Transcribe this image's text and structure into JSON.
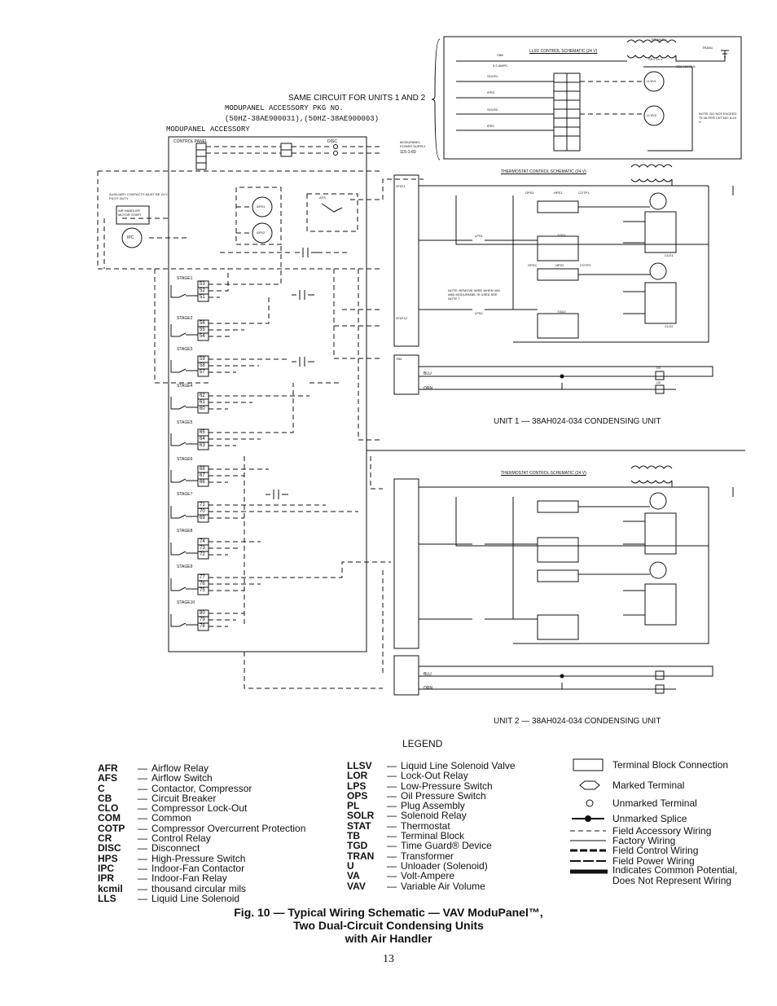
{
  "header": {
    "same_circuit": "SAME CIRCUIT FOR UNITS 1 AND 2",
    "pkg_line": "MODUPANEL ACCESSORY PKG NO.",
    "pkg_numbers": "(50HZ-38AE900031),(50HZ-38AE900003)",
    "modupanel_accessory": "MODUPANEL ACCESSORY"
  },
  "panel": {
    "control_panel": "CONTROL PANEL",
    "disc": "DISC",
    "modupanel_power_supply": "MODUPANEL POWER SUPPLY",
    "supply_voltage": "115-1-60",
    "aux_contacts": "AUXILIARY CONTACTS MUST BE 24 V PILOT DUTY",
    "air_handler": "AIR HANDLER MOTOR START",
    "ipc": "IPC",
    "afr1": "AFR1",
    "afr2": "AFR2",
    "afs": "AFS",
    "stages": [
      "STAGE1",
      "STAGE2",
      "STAGE3",
      "STAGE4",
      "STAGE5",
      "STAGE6",
      "STAGE7",
      "STAGE8",
      "STAGE9",
      "STAGE10"
    ],
    "stage_terminals": [
      [
        "53",
        "52",
        "51"
      ],
      [
        "56",
        "55",
        "54"
      ],
      [
        "59",
        "58",
        "57"
      ],
      [
        "62",
        "61",
        "60"
      ],
      [
        "65",
        "64",
        "63"
      ],
      [
        "68",
        "67",
        "66"
      ],
      [
        "71",
        "70",
        "69"
      ],
      [
        "74",
        "73",
        "72"
      ],
      [
        "77",
        "76",
        "75"
      ],
      [
        "80",
        "79",
        "78"
      ]
    ]
  },
  "llsv": {
    "title": "LLSV CONTROL SCHEMATIC (24 V)",
    "primary": "PRIMARY",
    "tran": "TRAN1",
    "sec": "SEC 24 V",
    "see_note": "SEE NOTE 6",
    "note": "NOTE: DO NOT EXCEED 75 VA PER CKT NO. A 24 V",
    "cb": "CB6",
    "amps": "3.2 AMPS",
    "relays": [
      "SOLR1",
      "IPR3",
      "SOLR2",
      "IPR2"
    ],
    "valves": [
      "LLSV1",
      "LLSV2"
    ]
  },
  "unit1": {
    "thermostat_title": "THERMOSTAT CONTROL SCHEMATIC (24 V)",
    "caption": "UNIT 1 — 38AH024-034 CONDENSING UNIT",
    "labels": [
      "OPS1",
      "HPS1",
      "COTP1",
      "LPS1",
      "TGD1",
      "OPS2",
      "HPS2",
      "COTP2",
      "LPS2",
      "TGD2",
      "CLO1",
      "CLO2",
      "STAT1",
      "STAT12",
      "TB4",
      "U1",
      "U2"
    ],
    "wire_blu": "BLU",
    "wire_orn": "ORN",
    "note": "NOTE: REMOVE WIRE WHEN VAV AND MODUPANEL IS USED SEE NOTE 7"
  },
  "unit2": {
    "thermostat_title": "THERMOSTAT CONTROL SCHEMATIC (24 V)",
    "caption": "UNIT 2 — 38AH024-034 CONDENSING UNIT",
    "wire_blu": "BLU",
    "wire_orn": "ORN"
  },
  "legend": {
    "title": "LEGEND",
    "col1": [
      {
        "abbr": "AFR",
        "desc": "Airflow Relay"
      },
      {
        "abbr": "AFS",
        "desc": "Airflow Switch"
      },
      {
        "abbr": "C",
        "desc": "Contactor, Compressor"
      },
      {
        "abbr": "CB",
        "desc": "Circuit Breaker"
      },
      {
        "abbr": "CLO",
        "desc": "Compressor Lock-Out"
      },
      {
        "abbr": "COM",
        "desc": "Common"
      },
      {
        "abbr": "COTP",
        "desc": "Compressor Overcurrent Protection"
      },
      {
        "abbr": "CR",
        "desc": "Control Relay"
      },
      {
        "abbr": "DISC",
        "desc": "Disconnect"
      },
      {
        "abbr": "HPS",
        "desc": "High-Pressure Switch"
      },
      {
        "abbr": "IPC",
        "desc": "Indoor-Fan Contactor"
      },
      {
        "abbr": "IPR",
        "desc": "Indoor-Fan Relay"
      },
      {
        "abbr": "kcmil",
        "desc": "thousand circular mils"
      },
      {
        "abbr": "LLS",
        "desc": "Liquid Line Solenoid"
      }
    ],
    "col2": [
      {
        "abbr": "LLSV",
        "desc": "Liquid Line Solenoid Valve"
      },
      {
        "abbr": "LOR",
        "desc": "Lock-Out Relay"
      },
      {
        "abbr": "LPS",
        "desc": "Low-Pressure Switch"
      },
      {
        "abbr": "OPS",
        "desc": "Oil Pressure Switch"
      },
      {
        "abbr": "PL",
        "desc": "Plug Assembly"
      },
      {
        "abbr": "SOLR",
        "desc": "Solenoid Relay"
      },
      {
        "abbr": "STAT",
        "desc": "Thermostat"
      },
      {
        "abbr": "TB",
        "desc": "Terminal Block"
      },
      {
        "abbr": "TGD",
        "desc": "Time Guard® Device"
      },
      {
        "abbr": "TRAN",
        "desc": "Transformer"
      },
      {
        "abbr": "U",
        "desc": "Unloader (Solenoid)"
      },
      {
        "abbr": "VA",
        "desc": "Volt-Ampere"
      },
      {
        "abbr": "VAV",
        "desc": "Variable Air Volume"
      }
    ],
    "dash": "—",
    "symbols": {
      "terminal_block": "Terminal Block Connection",
      "marked_terminal": "Marked Terminal",
      "unmarked_terminal": "Unmarked Terminal",
      "unmarked_splice": "Unmarked Splice",
      "field_accessory": "Field Accessory Wiring",
      "factory_wiring": "Factory Wiring",
      "field_control": "Field Control Wiring",
      "field_power": "Field Power Wiring",
      "common_potential_1": "Indicates Common Potential,",
      "common_potential_2": "Does Not Represent Wiring"
    }
  },
  "caption": {
    "line1": "Fig. 10 — Typical Wiring Schematic — VAV ModuPanel™,",
    "line2": "Two Dual-Circuit Condensing Units",
    "line3": "with Air Handler"
  },
  "page_number": "13"
}
